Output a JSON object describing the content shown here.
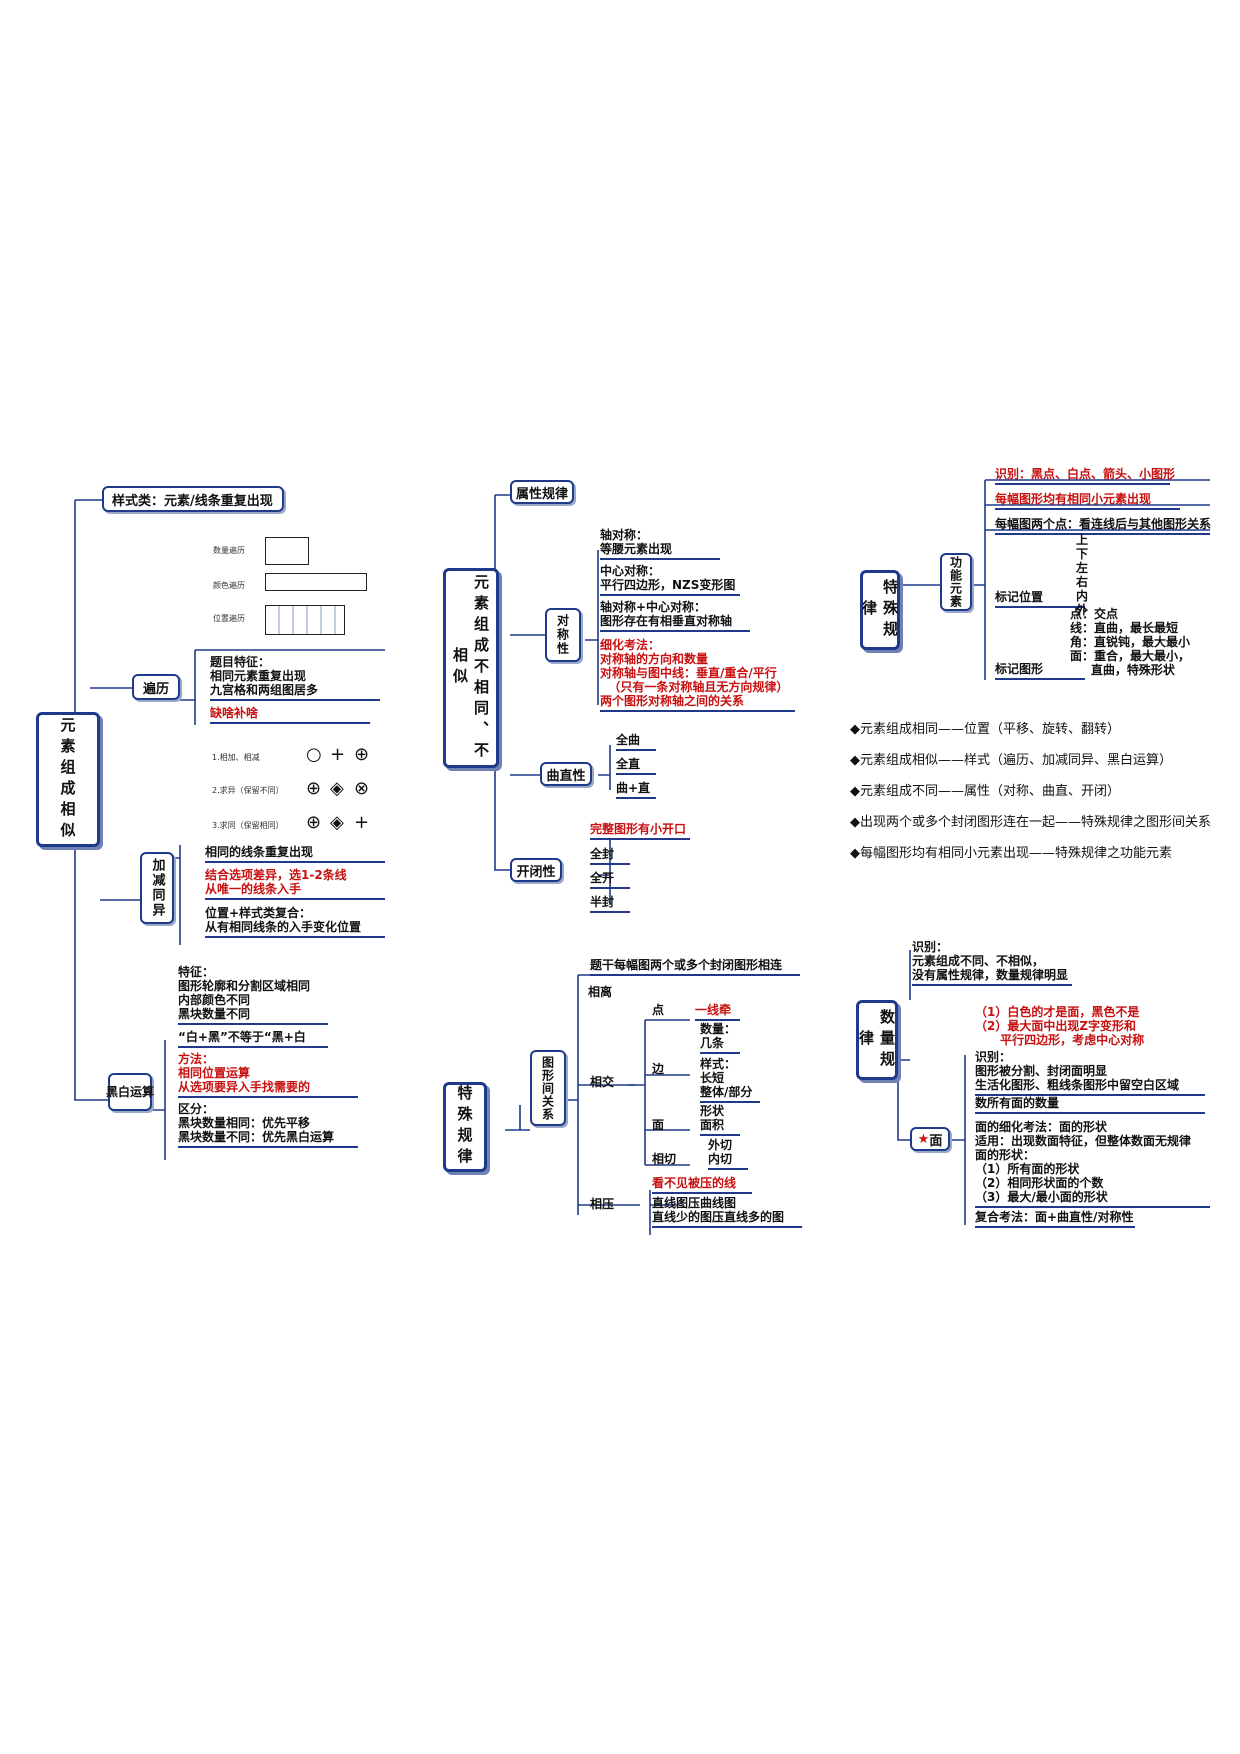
{
  "m1": {
    "root": "元素组成相似",
    "style_class": "样式类：元素/线条重复出现",
    "traverse": {
      "label": "遍历",
      "example_rows": [
        "数量遍历",
        "颜色遍历",
        "位置遍历"
      ],
      "features_title": "题目特征：",
      "features": "相同元素重复出现\n九宫格和两组图居多",
      "fill_missing": "缺啥补啥"
    },
    "addsub": {
      "label": "加减同异",
      "rules": [
        "1.相加、相减",
        "2.求异（保留不同）",
        "3.求同（保留相同）"
      ],
      "same_lines": "相同的线条重复出现",
      "tip": "结合选项差异，选1-2条线\n从唯一的线条入手",
      "pos": "位置+样式类复合：\n从有相同线条的入手变化位置"
    },
    "bw": {
      "label": "黑白运算",
      "feature": "特征：\n图形轮廓和分割区域相同\n内部颜色不同\n黑块数量不同",
      "not_equal": "“白+黑”不等于“黑+白",
      "method": "方法：\n相同位置运算\n从选项要异入手找需要的",
      "diff": "区分：\n黑块数量相同：优先平移\n黑块数量不同：优先黑白运算"
    }
  },
  "m2": {
    "root": "元素组成不相同、不相似",
    "attr": "属性规律",
    "symmetry": {
      "label": "对称性",
      "axis": "轴对称：\n等腰元素出现",
      "center": "中心对称：\n平行四边形，NZS变形图",
      "both": "轴对称+中心对称：\n图形存在有相垂直对称轴",
      "detail": "细化考法：\n对称轴的方向和数量\n对称轴与图中线：垂直/重合/平行\n  （只有一条对称轴且无方向规律）\n两个图形对称轴之间的关系"
    },
    "curve": {
      "label": "曲直性",
      "items": [
        "全曲",
        "全直",
        "曲+直"
      ]
    },
    "open": {
      "label": "开闭性",
      "note": "完整图形有小开口",
      "items": [
        "全封",
        "全开",
        "半封"
      ]
    }
  },
  "m3": {
    "root": "特殊规律",
    "rel": "图形间关系",
    "top": "题干每幅图两个或多个封闭图形相连",
    "sep": "相离",
    "intersect": "相交",
    "point": "点",
    "one_line": "一线牵",
    "edge": "边",
    "edge_num": "数量：\n几条",
    "edge_style": "样式：\n长短\n整体/部分",
    "face": "面",
    "face_items": "形状\n面积",
    "tangent": "相切",
    "tangent_items": "外切\n内切",
    "press": "相压",
    "press_red": "看不见被压的线",
    "press_items": "直线图压曲线图\n直线少的图压直线多的图"
  },
  "m4": {
    "root": "特殊规律",
    "func": "功能元素",
    "identify": "识别：黑点、白点、箭头、小图形",
    "same_small": "每幅图形均有相同小元素出现",
    "two_points": "每幅图两个点：看连线后与其他图形关系",
    "mark_pos": "标记位置",
    "dirs": "上下左右内外",
    "mark_shape": "标记图形",
    "shape_list": "点：交点\n线：直曲，最长最短\n角：直锐钝，最大最小\n面：重合，最大最小，\n     直曲，特殊形状"
  },
  "summary": [
    "◆元素组成相同——位置（平移、旋转、翻转）",
    "◆元素组成相似——样式（遍历、加减同异、黑白运算）",
    "◆元素组成不同——属性（对称、曲直、开闭）",
    "◆出现两个或多个封闭图形连在一起——特殊规律之图形间关系",
    "◆每幅图形均有相同小元素出现——特殊规律之功能元素"
  ],
  "m5": {
    "root": "数量规律",
    "identify": "识别：\n元素组成不同、不相似，\n没有属性规律，数量规律明显",
    "tips": "（1）白色的才是面，黑色不是\n（2）最大面中出现Z字变形和\n      平行四边形，考虑中心对称",
    "face": "面",
    "id2": "识别：\n图形被分割、封闭面明显\n生活化图形、粗线条图形中留空白区域",
    "count": "数所有面的数量",
    "detail": "面的细化考法：面的形状\n适用：出现数面特征，但整体数面无规律\n面的形状：\n（1）所有面的形状\n（2）相同形状面的个数\n（3）最大/最小面的形状",
    "combo": "复合考法：面+曲直性/对称性"
  },
  "colors": {
    "accent": "#1f3a8a",
    "red": "#c81010",
    "star": "#d01010"
  },
  "icons": [
    "circle-icon",
    "plus-icon",
    "circle-cross-icon",
    "diamond-icon",
    "star-icon"
  ]
}
